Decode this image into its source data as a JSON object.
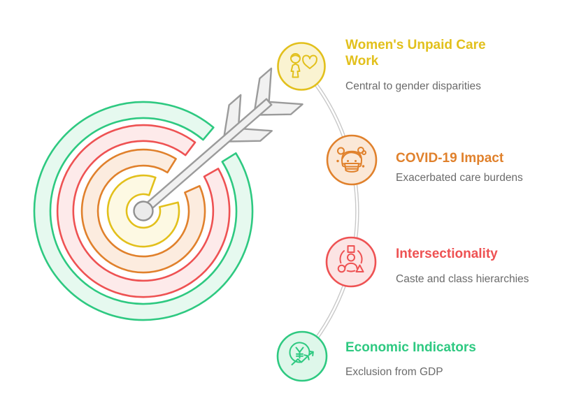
{
  "colors": {
    "yellow": "#e2c01c",
    "yellow_pale": "#fdf9e3",
    "yellow_node": "#faf3d1",
    "orange": "#e0812c",
    "orange_pale": "#fcecdf",
    "orange_node": "#fbe8d7",
    "red": "#ee5253",
    "red_pale": "#fdeaea",
    "red_node": "#fce4e4",
    "green": "#2ec981",
    "green_pale": "#e6f9ef",
    "green_node": "#def7ea",
    "gray_text": "#6b6b6b",
    "connector": "#c8c8c8",
    "arrow_fill": "#f1f1f1",
    "arrow_stroke": "#9b9b9b"
  },
  "target": {
    "name": "bullseye target pierced by arrow",
    "ring_colors_outer_to_inner": [
      "green",
      "red",
      "orange",
      "yellow"
    ],
    "arrow": "gray arrow hitting center from upper right"
  },
  "items": [
    {
      "title": "Women's Unpaid Care Work",
      "subtitle": "Central to gender disparities",
      "icon": "woman-heart-icon",
      "color": "#e2c01c"
    },
    {
      "title": "COVID-19 Impact",
      "subtitle": "Exacerbated care burdens",
      "icon": "face-mask-virus-icon",
      "color": "#e0812c"
    },
    {
      "title": "Intersectionality",
      "subtitle": "Caste and class hierarchies",
      "icon": "person-shapes-icon",
      "color": "#ee5253"
    },
    {
      "title": "Economic Indicators",
      "subtitle": "Exclusion from GDP",
      "icon": "yen-growth-icon",
      "color": "#2ec981"
    }
  ]
}
